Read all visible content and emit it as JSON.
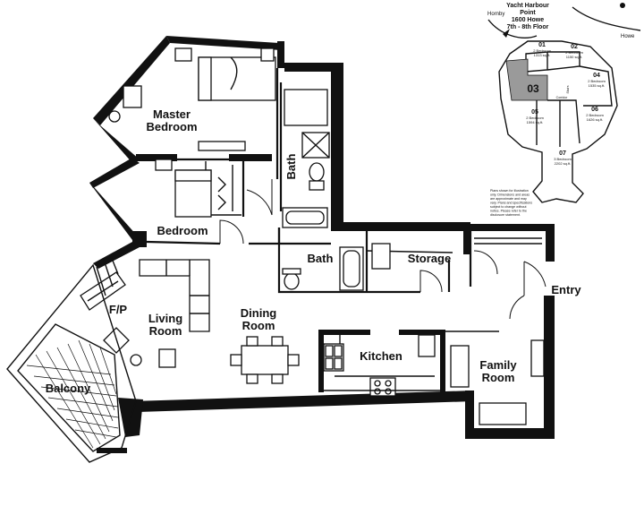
{
  "rooms": {
    "master": [
      "Master",
      "Bedroom"
    ],
    "bath_upper": "Bath",
    "bedroom": "Bedroom",
    "bath_lower": "Bath",
    "storage": "Storage",
    "fp": "F/P",
    "living": [
      "Living",
      "Room"
    ],
    "dining": [
      "Dining",
      "Room"
    ],
    "entry": "Entry",
    "kitchen": "Kitchen",
    "family": [
      "Family",
      "Room"
    ],
    "balcony": "Balcony"
  },
  "key_plan": {
    "building": [
      "Yacht Harbour",
      "Point",
      "1600 Howe",
      "7th - 8th Floor"
    ],
    "street_left": "Hornby",
    "street_right": "Howe",
    "highlighted_unit": "03",
    "highlight_color": "#9a9a9a",
    "corridor": "Corridor",
    "stairs": "Stairs",
    "units": [
      {
        "num": "01",
        "beds": "2 Bedroom",
        "area": "1313 sq.ft."
      },
      {
        "num": "02",
        "beds": "2 Bedroom",
        "area": "1150 sq.ft."
      },
      {
        "num": "04",
        "beds": "2 Bedroom",
        "area": "1535 sq.ft."
      },
      {
        "num": "05",
        "beds": "2 Bedroom",
        "area": "1594 sq.ft."
      },
      {
        "num": "06",
        "beds": "2 Bedroom",
        "area": "1626 sq.ft."
      },
      {
        "num": "07",
        "beds": "3 Bedroom",
        "area": "2202 sq.ft."
      }
    ],
    "disclaimer": [
      "Plans shown for illustration",
      "only. Dimensions and areas",
      "are approximate and may",
      "vary. Plans and specifications",
      "subject to change without",
      "notice. Please refer to the",
      "disclosure statement."
    ]
  }
}
